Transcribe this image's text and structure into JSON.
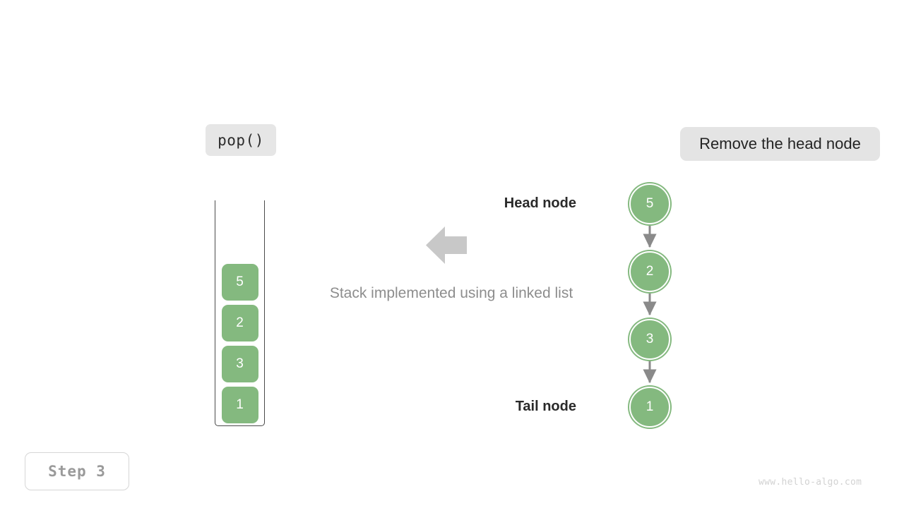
{
  "operation_badge": {
    "label": "pop()"
  },
  "action_badge": {
    "label": "Remove the head node"
  },
  "step_badge": {
    "label": "Step 3"
  },
  "watermark": {
    "label": "www.hello-algo.com"
  },
  "caption": {
    "text": "Stack implemented using a linked list"
  },
  "stack": {
    "cells": [
      {
        "value": "5"
      },
      {
        "value": "2"
      },
      {
        "value": "3"
      },
      {
        "value": "1"
      }
    ]
  },
  "linked_list": {
    "head_label": "Head node",
    "tail_label": "Tail node",
    "nodes": [
      {
        "value": "5"
      },
      {
        "value": "2"
      },
      {
        "value": "3"
      },
      {
        "value": "1"
      }
    ]
  },
  "colors": {
    "node_green": "#84b97f",
    "badge_gray": "#e4e4e4",
    "arrow_gray": "#c8c8c8",
    "link_gray": "#8a8a8a",
    "caption_gray": "#8d8d8d",
    "text_dark": "#2a2a2a",
    "watermark_gray": "#d2d2d2"
  }
}
